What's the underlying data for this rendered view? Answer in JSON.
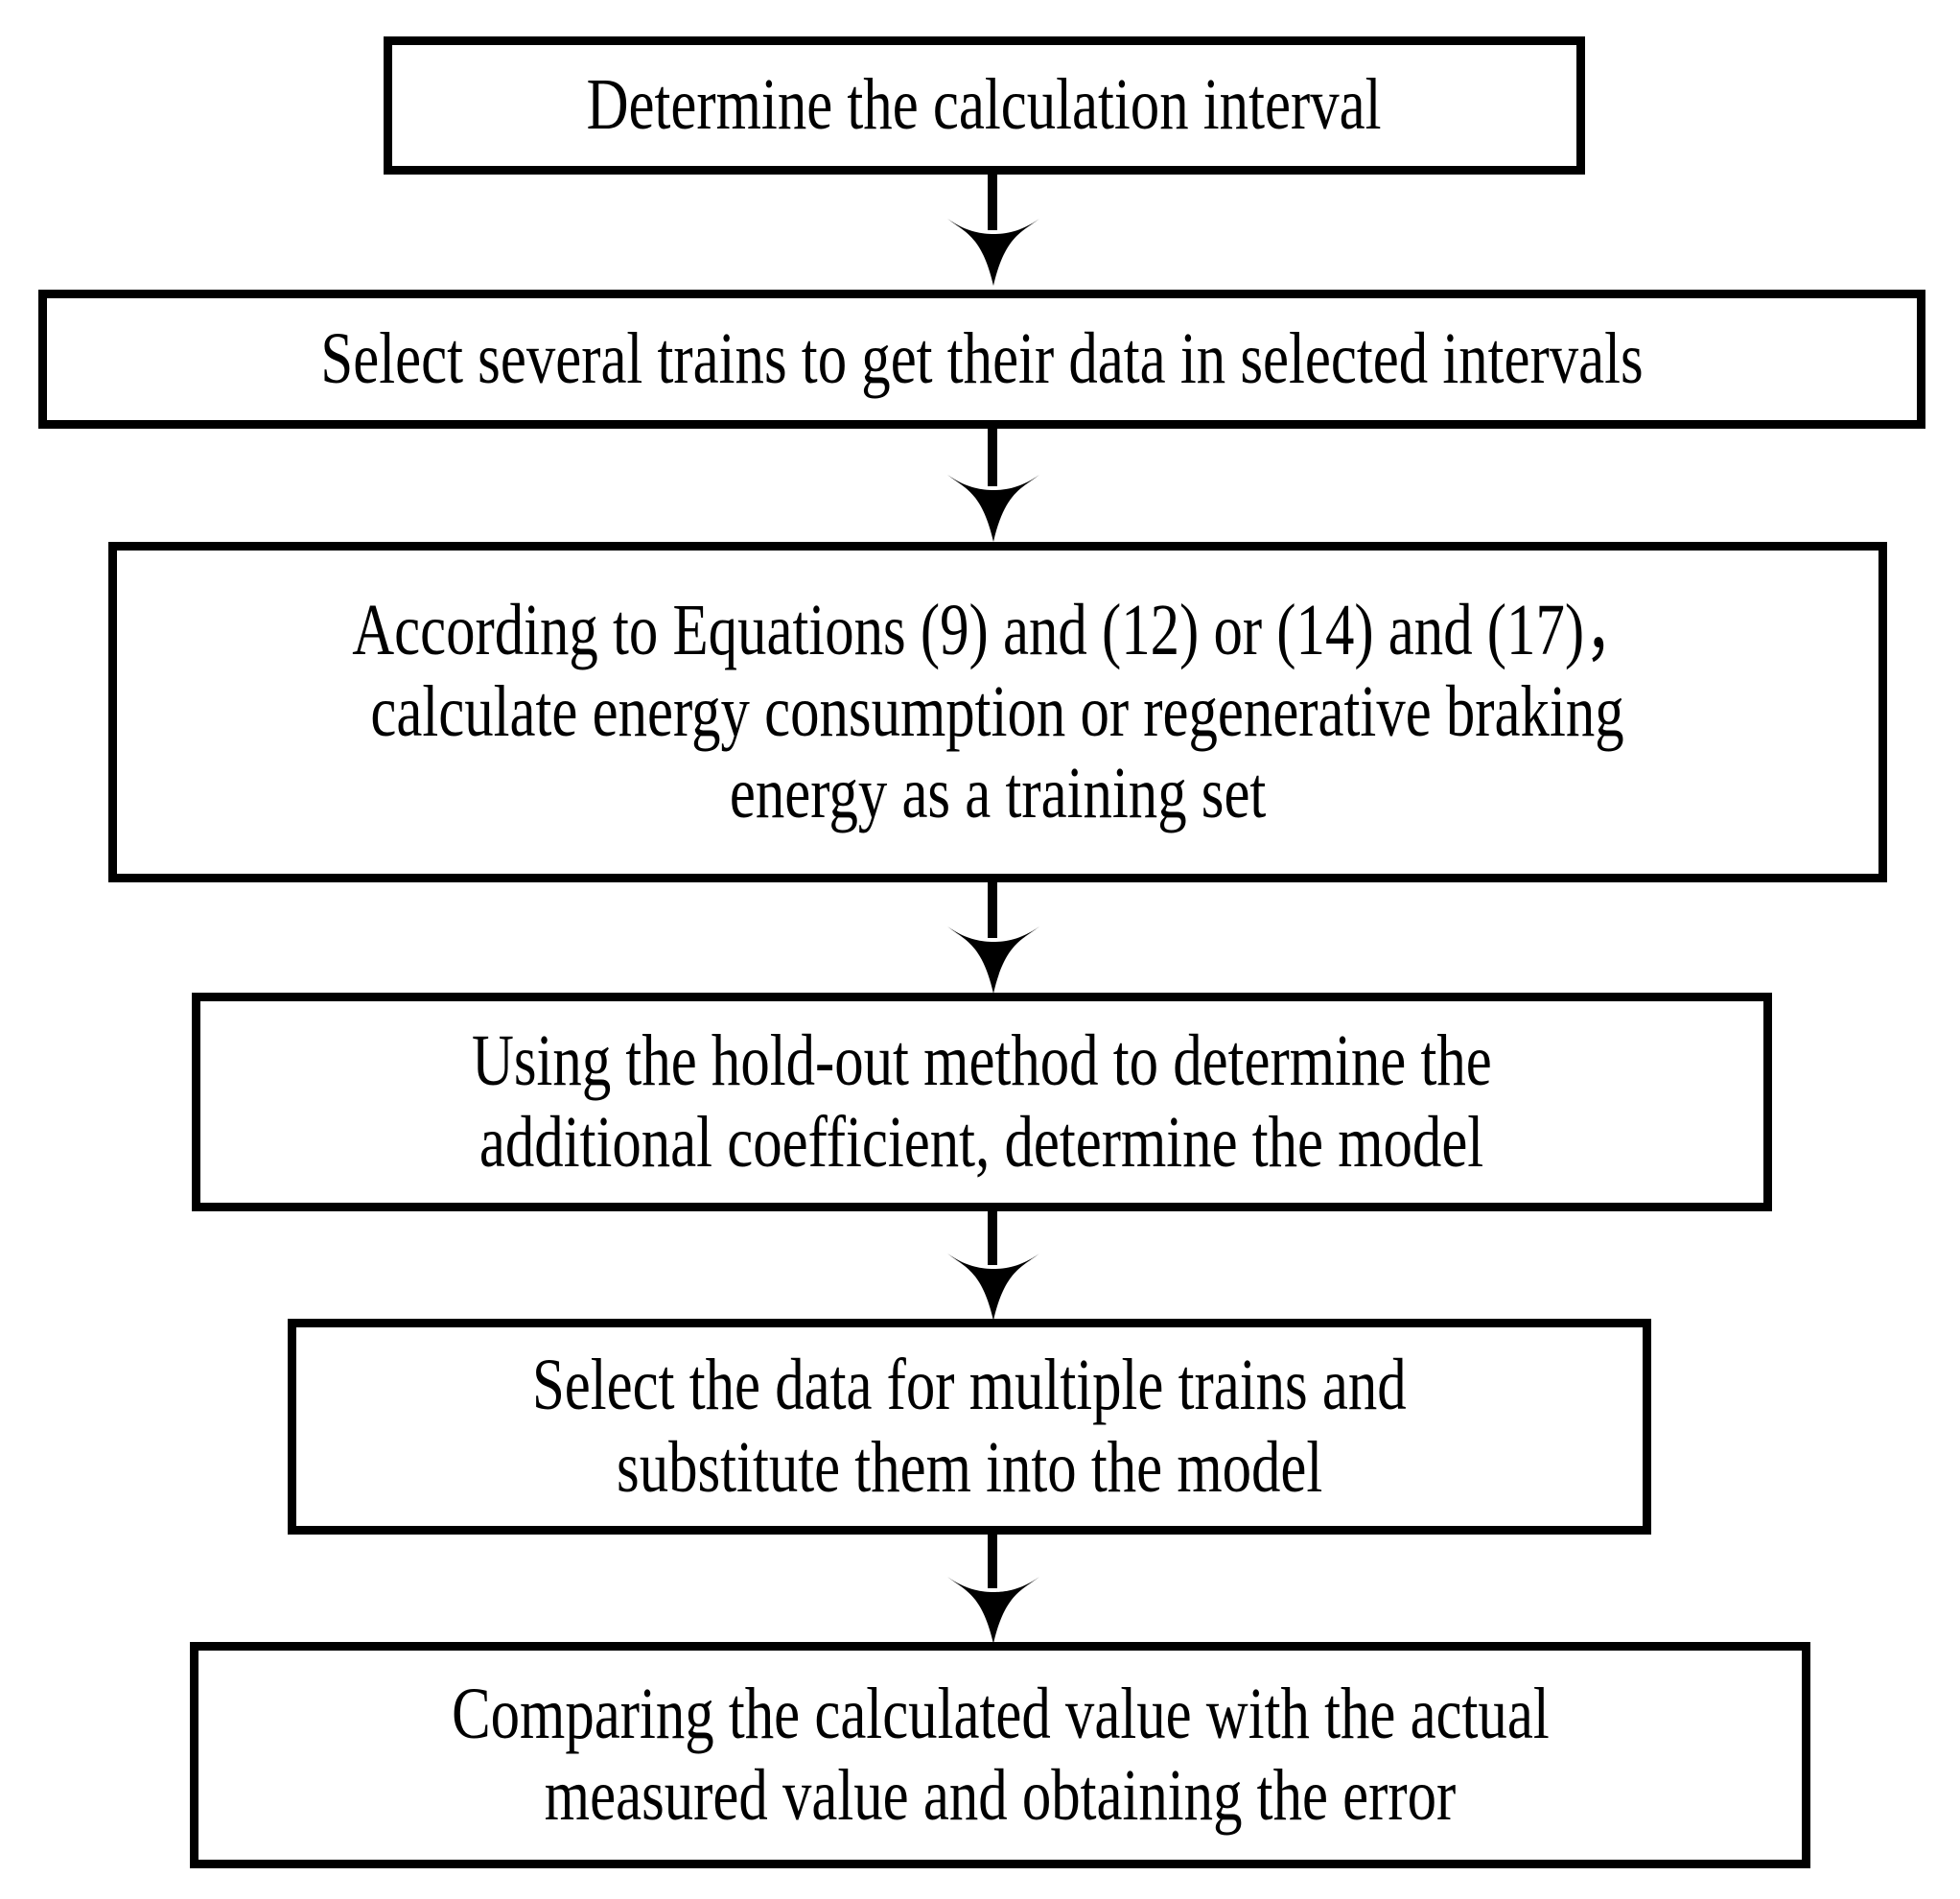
{
  "diagram": {
    "title_text": "",
    "background_color": "#ffffff",
    "stroke_color": "#000000",
    "type": "flowchart",
    "orientation": "vertical-top-to-bottom",
    "nodes": [
      {
        "id": "node-1",
        "name": "determine-calculation-interval",
        "lines": [
          "Determine the calculation interval"
        ]
      },
      {
        "id": "node-2",
        "name": "select-trains-get-data",
        "lines": [
          "Select several trains to get their data in selected intervals"
        ]
      },
      {
        "id": "node-3",
        "name": "calculate-energy-training-set",
        "lines": [
          "According to Equations (9) and (12) or (14) and (17)，",
          "calculate energy consumption or regenerative braking",
          "energy as a training set"
        ]
      },
      {
        "id": "node-4",
        "name": "hold-out-method-determine-model",
        "lines": [
          "Using the hold-out method to determine the",
          "additional coefficient, determine the model"
        ]
      },
      {
        "id": "node-5",
        "name": "select-data-substitute-model",
        "lines": [
          "Select the data for multiple trains and",
          "substitute them into the model"
        ]
      },
      {
        "id": "node-6",
        "name": "compare-calculated-actual-error",
        "lines": [
          "Comparing the calculated value with the actual",
          "measured value and obtaining the error"
        ]
      }
    ],
    "connectors": [
      {
        "id": "connector-1",
        "name": "arrow-node1-to-node2",
        "icon": "down-arrow-icon"
      },
      {
        "id": "connector-2",
        "name": "arrow-node2-to-node3",
        "icon": "down-arrow-icon"
      },
      {
        "id": "connector-3",
        "name": "arrow-node3-to-node4",
        "icon": "down-arrow-icon"
      },
      {
        "id": "connector-4",
        "name": "arrow-node4-to-node5",
        "icon": "down-arrow-icon"
      },
      {
        "id": "connector-5",
        "name": "arrow-node5-to-node6",
        "icon": "down-arrow-icon"
      }
    ]
  }
}
